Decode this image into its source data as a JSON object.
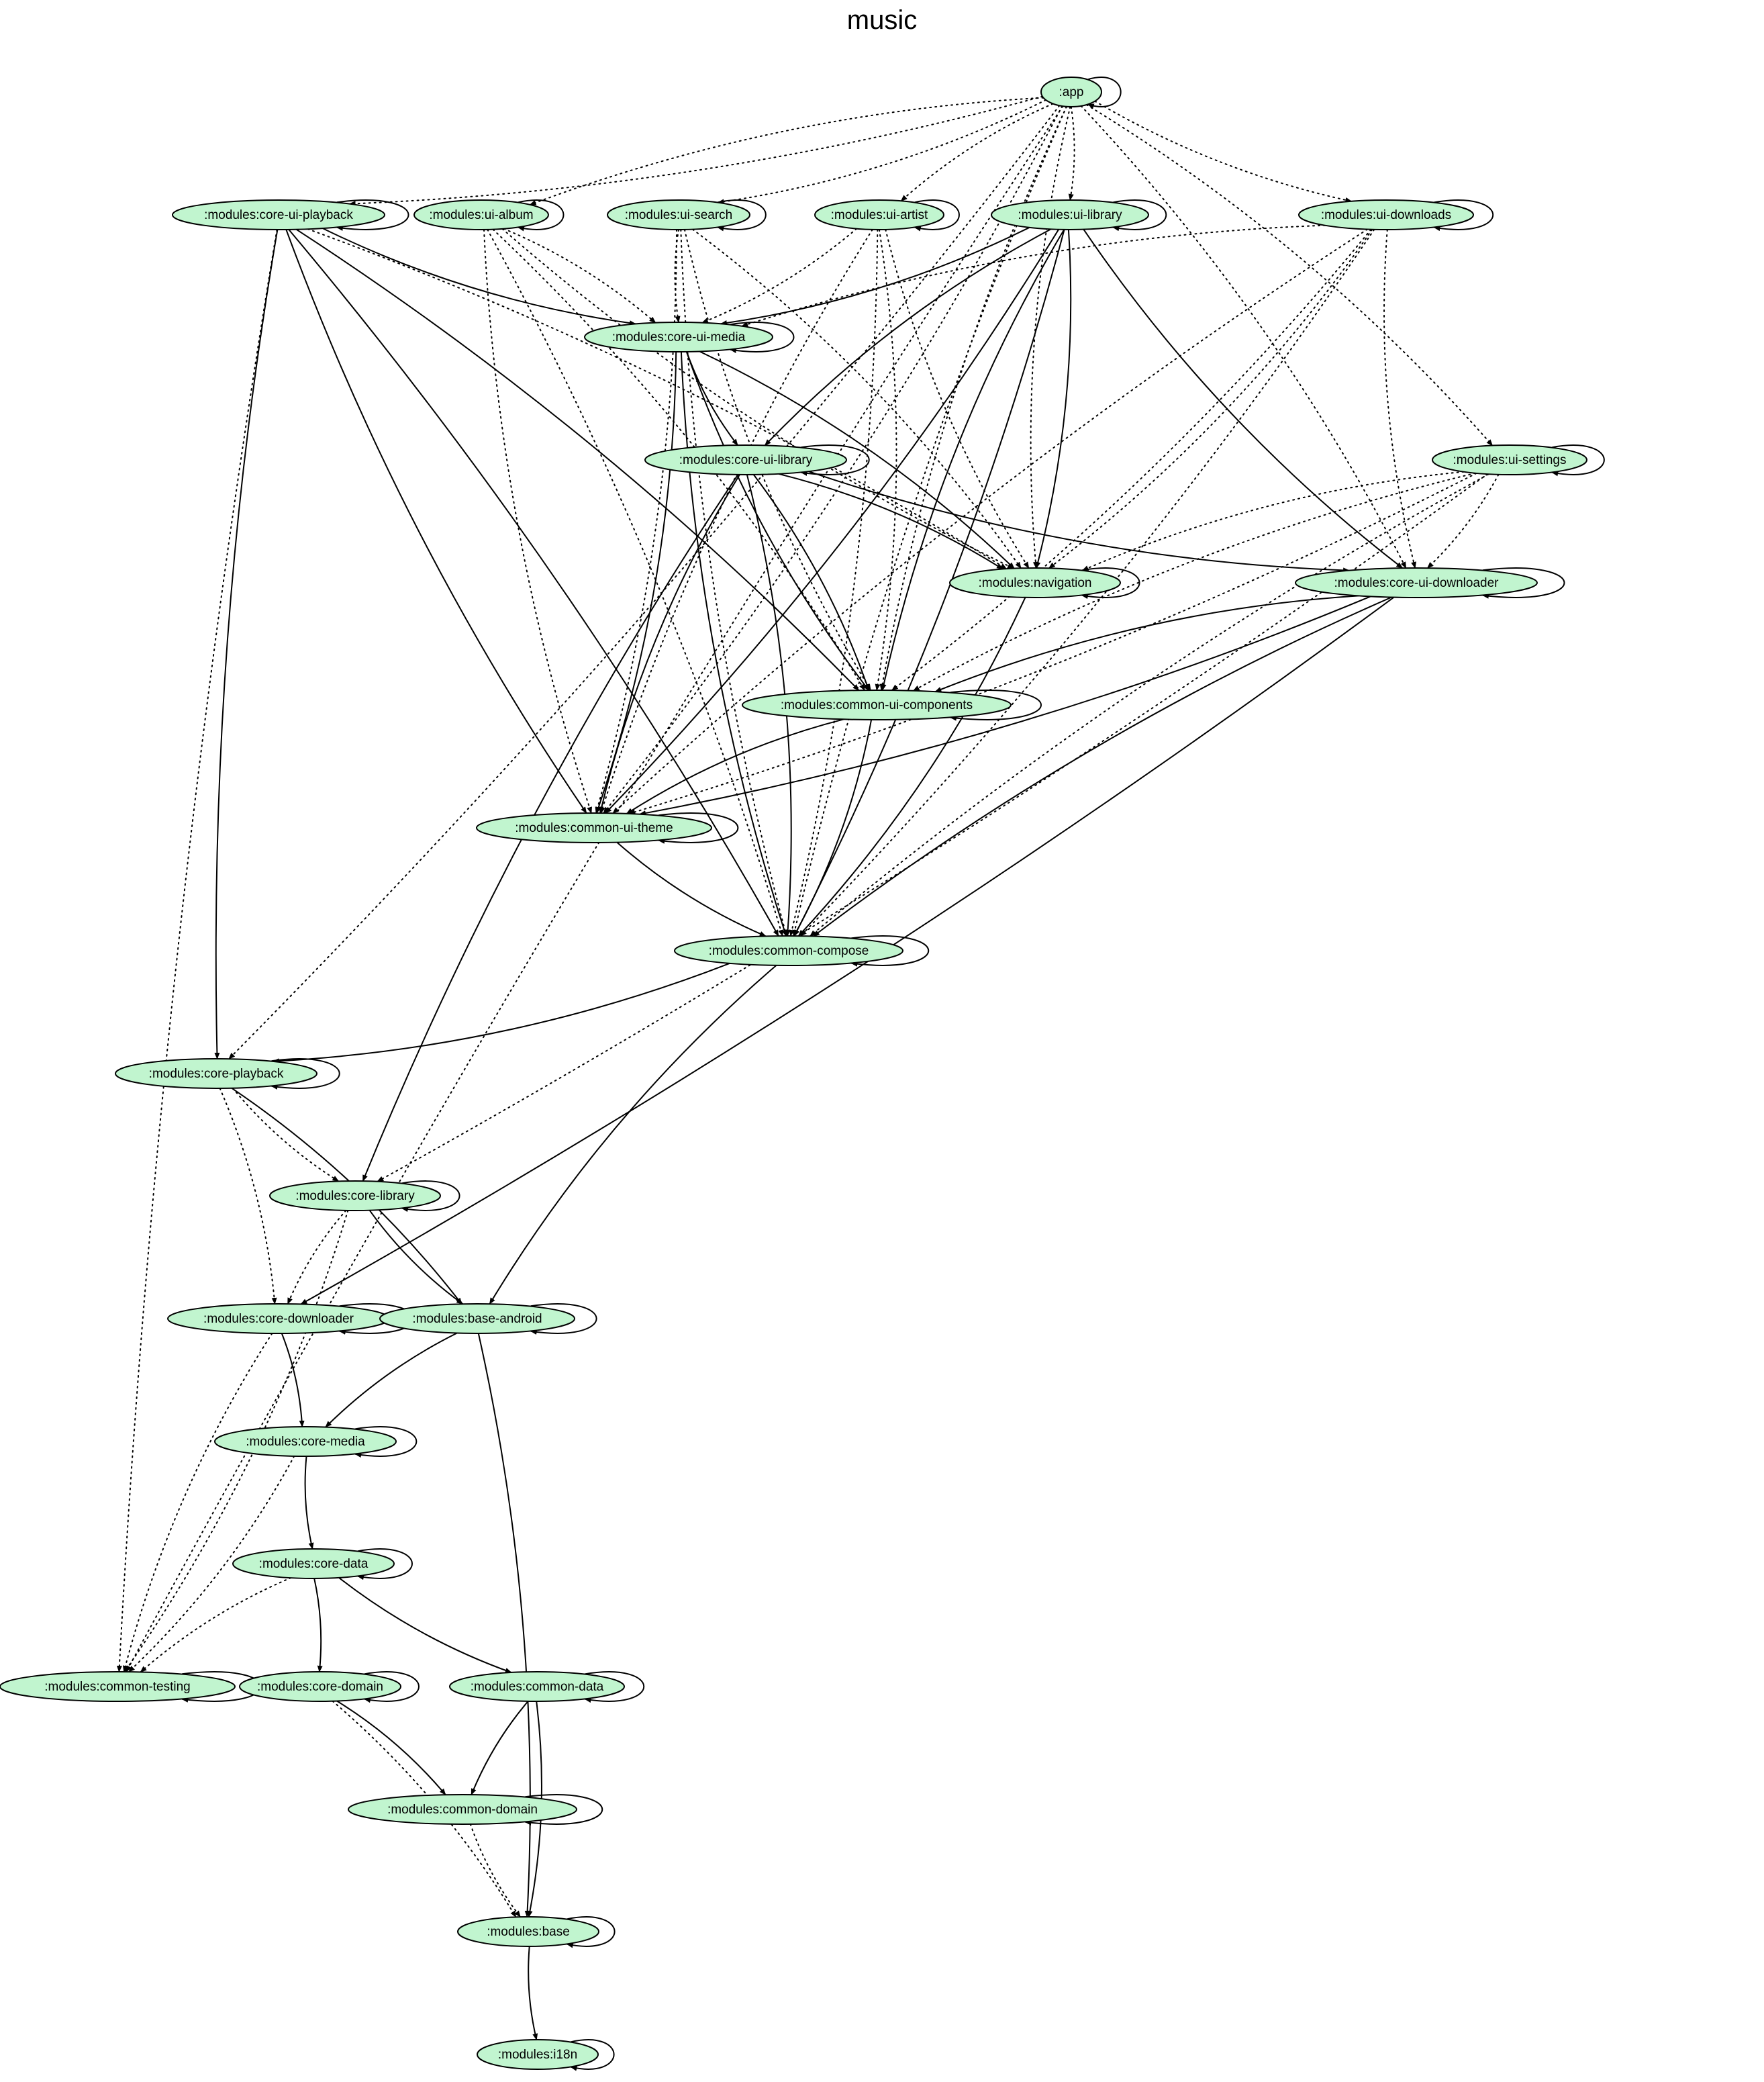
{
  "title": "music",
  "colors": {
    "node_fill": "#c1f5cf",
    "node_stroke": "#000000",
    "edge": "#000000",
    "background": "#ffffff"
  },
  "nodes": [
    {
      "id": "app",
      "label": ":app"
    },
    {
      "id": "ui_playback",
      "label": ":modules:core-ui-playback"
    },
    {
      "id": "ui_album",
      "label": ":modules:ui-album"
    },
    {
      "id": "ui_search",
      "label": ":modules:ui-search"
    },
    {
      "id": "ui_artist",
      "label": ":modules:ui-artist"
    },
    {
      "id": "ui_library",
      "label": ":modules:ui-library"
    },
    {
      "id": "ui_downloads",
      "label": ":modules:ui-downloads"
    },
    {
      "id": "core_ui_media",
      "label": ":modules:core-ui-media"
    },
    {
      "id": "core_ui_library",
      "label": ":modules:core-ui-library"
    },
    {
      "id": "ui_settings",
      "label": ":modules:ui-settings"
    },
    {
      "id": "navigation",
      "label": ":modules:navigation"
    },
    {
      "id": "core_ui_downloader",
      "label": ":modules:core-ui-downloader"
    },
    {
      "id": "common_ui_components",
      "label": ":modules:common-ui-components"
    },
    {
      "id": "common_ui_theme",
      "label": ":modules:common-ui-theme"
    },
    {
      "id": "common_compose",
      "label": ":modules:common-compose"
    },
    {
      "id": "core_playback",
      "label": ":modules:core-playback"
    },
    {
      "id": "core_library",
      "label": ":modules:core-library"
    },
    {
      "id": "core_downloader",
      "label": ":modules:core-downloader"
    },
    {
      "id": "base_android",
      "label": ":modules:base-android"
    },
    {
      "id": "core_media",
      "label": ":modules:core-media"
    },
    {
      "id": "core_data",
      "label": ":modules:core-data"
    },
    {
      "id": "common_testing",
      "label": ":modules:common-testing"
    },
    {
      "id": "core_domain",
      "label": ":modules:core-domain"
    },
    {
      "id": "common_data",
      "label": ":modules:common-data"
    },
    {
      "id": "common_domain",
      "label": ":modules:common-domain"
    },
    {
      "id": "base",
      "label": ":modules:base"
    },
    {
      "id": "i18n",
      "label": ":modules:i18n"
    }
  ],
  "edges": [
    {
      "from": "ui_playback",
      "to": "core_ui_media",
      "style": "solid"
    },
    {
      "from": "ui_playback",
      "to": "common_ui_components",
      "style": "solid"
    },
    {
      "from": "ui_playback",
      "to": "common_ui_theme",
      "style": "solid"
    },
    {
      "from": "ui_playback",
      "to": "common_compose",
      "style": "solid"
    },
    {
      "from": "ui_playback",
      "to": "core_playback",
      "style": "solid"
    },
    {
      "from": "ui_library",
      "to": "core_ui_media",
      "style": "solid"
    },
    {
      "from": "ui_library",
      "to": "core_ui_library",
      "style": "solid"
    },
    {
      "from": "ui_library",
      "to": "navigation",
      "style": "solid"
    },
    {
      "from": "ui_library",
      "to": "common_ui_components",
      "style": "solid"
    },
    {
      "from": "ui_library",
      "to": "common_ui_theme",
      "style": "solid"
    },
    {
      "from": "ui_library",
      "to": "core_ui_downloader",
      "style": "solid"
    },
    {
      "from": "ui_library",
      "to": "common_compose",
      "style": "solid"
    },
    {
      "from": "core_ui_media",
      "to": "core_ui_library",
      "style": "solid"
    },
    {
      "from": "core_ui_media",
      "to": "navigation",
      "style": "solid"
    },
    {
      "from": "core_ui_media",
      "to": "common_ui_components",
      "style": "solid"
    },
    {
      "from": "core_ui_media",
      "to": "common_ui_theme",
      "style": "solid"
    },
    {
      "from": "core_ui_media",
      "to": "common_compose",
      "style": "solid"
    },
    {
      "from": "core_ui_library",
      "to": "navigation",
      "style": "solid"
    },
    {
      "from": "core_ui_library",
      "to": "core_ui_downloader",
      "style": "solid"
    },
    {
      "from": "core_ui_library",
      "to": "common_ui_components",
      "style": "solid"
    },
    {
      "from": "core_ui_library",
      "to": "common_ui_theme",
      "style": "solid"
    },
    {
      "from": "core_ui_library",
      "to": "common_compose",
      "style": "solid"
    },
    {
      "from": "core_ui_library",
      "to": "core_library",
      "style": "solid"
    },
    {
      "from": "navigation",
      "to": "common_compose",
      "style": "solid"
    },
    {
      "from": "core_ui_downloader",
      "to": "common_ui_components",
      "style": "solid"
    },
    {
      "from": "core_ui_downloader",
      "to": "common_ui_theme",
      "style": "solid"
    },
    {
      "from": "core_ui_downloader",
      "to": "common_compose",
      "style": "solid"
    },
    {
      "from": "core_ui_downloader",
      "to": "core_downloader",
      "style": "solid"
    },
    {
      "from": "common_ui_components",
      "to": "common_ui_theme",
      "style": "solid"
    },
    {
      "from": "common_ui_components",
      "to": "common_compose",
      "style": "solid"
    },
    {
      "from": "common_ui_theme",
      "to": "common_compose",
      "style": "solid"
    },
    {
      "from": "common_compose",
      "to": "core_playback",
      "style": "solid"
    },
    {
      "from": "common_compose",
      "to": "base_android",
      "style": "solid"
    },
    {
      "from": "core_playback",
      "to": "base_android",
      "style": "solid"
    },
    {
      "from": "core_library",
      "to": "base_android",
      "style": "solid"
    },
    {
      "from": "core_downloader",
      "to": "core_media",
      "style": "solid"
    },
    {
      "from": "base_android",
      "to": "core_media",
      "style": "solid"
    },
    {
      "from": "base_android",
      "to": "base",
      "style": "solid"
    },
    {
      "from": "core_media",
      "to": "core_data",
      "style": "solid"
    },
    {
      "from": "core_data",
      "to": "core_domain",
      "style": "solid"
    },
    {
      "from": "core_data",
      "to": "common_data",
      "style": "solid"
    },
    {
      "from": "core_domain",
      "to": "common_domain",
      "style": "solid"
    },
    {
      "from": "common_data",
      "to": "common_domain",
      "style": "solid"
    },
    {
      "from": "common_data",
      "to": "base",
      "style": "solid"
    },
    {
      "from": "base",
      "to": "i18n",
      "style": "solid"
    },
    {
      "from": "app",
      "to": "ui_playback",
      "style": "dotted"
    },
    {
      "from": "app",
      "to": "ui_album",
      "style": "dotted"
    },
    {
      "from": "app",
      "to": "ui_search",
      "style": "dotted"
    },
    {
      "from": "app",
      "to": "ui_artist",
      "style": "dotted"
    },
    {
      "from": "app",
      "to": "ui_library",
      "style": "dotted"
    },
    {
      "from": "app",
      "to": "ui_downloads",
      "style": "dotted"
    },
    {
      "from": "app",
      "to": "ui_settings",
      "style": "dotted"
    },
    {
      "from": "app",
      "to": "navigation",
      "style": "dotted"
    },
    {
      "from": "app",
      "to": "core_ui_downloader",
      "style": "dotted"
    },
    {
      "from": "app",
      "to": "common_ui_components",
      "style": "dotted"
    },
    {
      "from": "app",
      "to": "common_ui_theme",
      "style": "dotted"
    },
    {
      "from": "app",
      "to": "common_compose",
      "style": "dotted"
    },
    {
      "from": "app",
      "to": "core_playback",
      "style": "dotted"
    },
    {
      "from": "app",
      "to": "common_testing",
      "style": "dotted"
    },
    {
      "from": "ui_playback",
      "to": "navigation",
      "style": "dotted"
    },
    {
      "from": "ui_playback",
      "to": "common_testing",
      "style": "dotted"
    },
    {
      "from": "ui_album",
      "to": "core_ui_media",
      "style": "dotted"
    },
    {
      "from": "ui_album",
      "to": "navigation",
      "style": "dotted"
    },
    {
      "from": "ui_album",
      "to": "common_ui_components",
      "style": "dotted"
    },
    {
      "from": "ui_album",
      "to": "common_ui_theme",
      "style": "dotted"
    },
    {
      "from": "ui_album",
      "to": "common_compose",
      "style": "dotted"
    },
    {
      "from": "ui_search",
      "to": "core_ui_media",
      "style": "dotted"
    },
    {
      "from": "ui_search",
      "to": "navigation",
      "style": "dotted"
    },
    {
      "from": "ui_search",
      "to": "common_ui_components",
      "style": "dotted"
    },
    {
      "from": "ui_search",
      "to": "common_ui_theme",
      "style": "dotted"
    },
    {
      "from": "ui_search",
      "to": "common_compose",
      "style": "dotted"
    },
    {
      "from": "ui_artist",
      "to": "core_ui_media",
      "style": "dotted"
    },
    {
      "from": "ui_artist",
      "to": "navigation",
      "style": "dotted"
    },
    {
      "from": "ui_artist",
      "to": "common_ui_components",
      "style": "dotted"
    },
    {
      "from": "ui_artist",
      "to": "common_ui_theme",
      "style": "dotted"
    },
    {
      "from": "ui_artist",
      "to": "common_compose",
      "style": "dotted"
    },
    {
      "from": "ui_downloads",
      "to": "core_ui_media",
      "style": "dotted"
    },
    {
      "from": "ui_downloads",
      "to": "navigation",
      "style": "dotted"
    },
    {
      "from": "ui_downloads",
      "to": "core_ui_downloader",
      "style": "dotted"
    },
    {
      "from": "ui_downloads",
      "to": "common_ui_components",
      "style": "dotted"
    },
    {
      "from": "ui_downloads",
      "to": "common_ui_theme",
      "style": "dotted"
    },
    {
      "from": "ui_downloads",
      "to": "common_compose",
      "style": "dotted"
    },
    {
      "from": "ui_settings",
      "to": "navigation",
      "style": "dotted"
    },
    {
      "from": "ui_settings",
      "to": "core_ui_downloader",
      "style": "dotted"
    },
    {
      "from": "ui_settings",
      "to": "common_ui_components",
      "style": "dotted"
    },
    {
      "from": "ui_settings",
      "to": "common_ui_theme",
      "style": "dotted"
    },
    {
      "from": "ui_settings",
      "to": "common_compose",
      "style": "dotted"
    },
    {
      "from": "ui_settings",
      "to": "core_library",
      "style": "dotted"
    },
    {
      "from": "core_playback",
      "to": "core_library",
      "style": "dotted"
    },
    {
      "from": "core_playback",
      "to": "core_downloader",
      "style": "dotted"
    },
    {
      "from": "core_library",
      "to": "core_downloader",
      "style": "dotted"
    },
    {
      "from": "core_library",
      "to": "common_testing",
      "style": "dotted"
    },
    {
      "from": "core_downloader",
      "to": "common_testing",
      "style": "dotted"
    },
    {
      "from": "core_media",
      "to": "common_testing",
      "style": "dotted"
    },
    {
      "from": "core_data",
      "to": "common_testing",
      "style": "dotted"
    },
    {
      "from": "core_domain",
      "to": "base",
      "style": "dotted"
    },
    {
      "from": "common_domain",
      "to": "base",
      "style": "dotted"
    }
  ]
}
